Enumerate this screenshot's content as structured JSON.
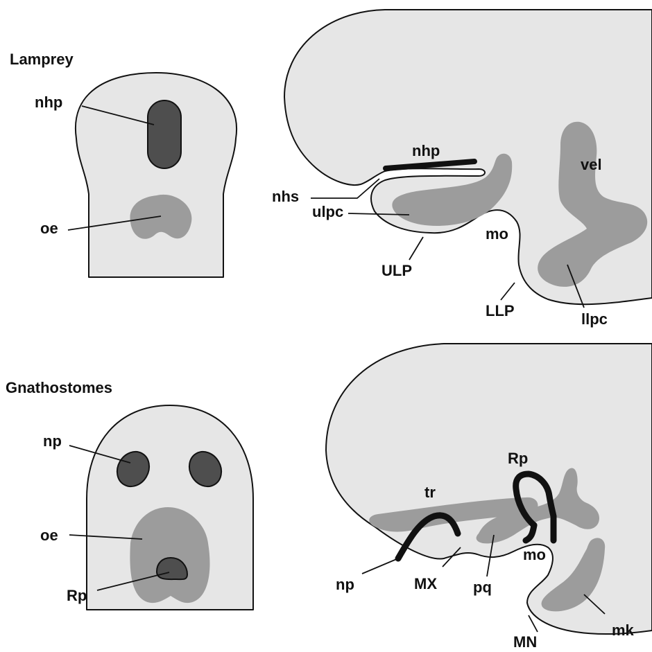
{
  "panels": {
    "lamprey": {
      "title": "Lamprey",
      "front_labels": {
        "nhp": "nhp",
        "oe": "oe"
      },
      "side_labels": {
        "nhp": "nhp",
        "nhs": "nhs",
        "ulpc": "ulpc",
        "vel": "vel",
        "mo": "mo",
        "ULP": "ULP",
        "LLP": "LLP",
        "llpc": "llpc"
      }
    },
    "gnathostomes": {
      "title": "Gnathostomes",
      "front_labels": {
        "np": "np",
        "oe": "oe",
        "Rp": "Rp"
      },
      "side_labels": {
        "Rp": "Rp",
        "tr": "tr",
        "np": "np",
        "MX": "MX",
        "pq": "pq",
        "mo": "mo",
        "mk": "mk",
        "MN": "MN"
      }
    }
  },
  "colors": {
    "head_fill": "#e6e6e6",
    "cartilage_fill": "#9c9c9c",
    "placode_fill": "#4e4e4e",
    "outline": "#111111"
  }
}
